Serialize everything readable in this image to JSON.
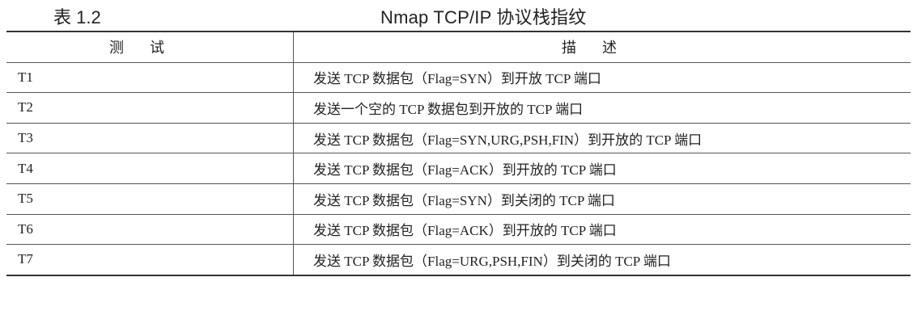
{
  "caption": {
    "number": "表 1.2",
    "title": "Nmap TCP/IP 协议栈指纹"
  },
  "table": {
    "headers": {
      "test": "测试",
      "description": "描述"
    },
    "rows": [
      {
        "test": "T1",
        "description": "发送 TCP 数据包（Flag=SYN）到开放 TCP 端口"
      },
      {
        "test": "T2",
        "description": "发送一个空的 TCP 数据包到开放的 TCP 端口"
      },
      {
        "test": "T3",
        "description": "发送 TCP 数据包（Flag=SYN,URG,PSH,FIN）到开放的 TCP 端口"
      },
      {
        "test": "T4",
        "description": "发送 TCP 数据包（Flag=ACK）到开放的 TCP 端口"
      },
      {
        "test": "T5",
        "description": "发送 TCP 数据包（Flag=SYN）到关闭的 TCP 端口"
      },
      {
        "test": "T6",
        "description": "发送 TCP 数据包（Flag=ACK）到开放的 TCP 端口"
      },
      {
        "test": "T7",
        "description": "发送 TCP 数据包（Flag=URG,PSH,FIN）到关闭的 TCP 端口"
      }
    ]
  }
}
